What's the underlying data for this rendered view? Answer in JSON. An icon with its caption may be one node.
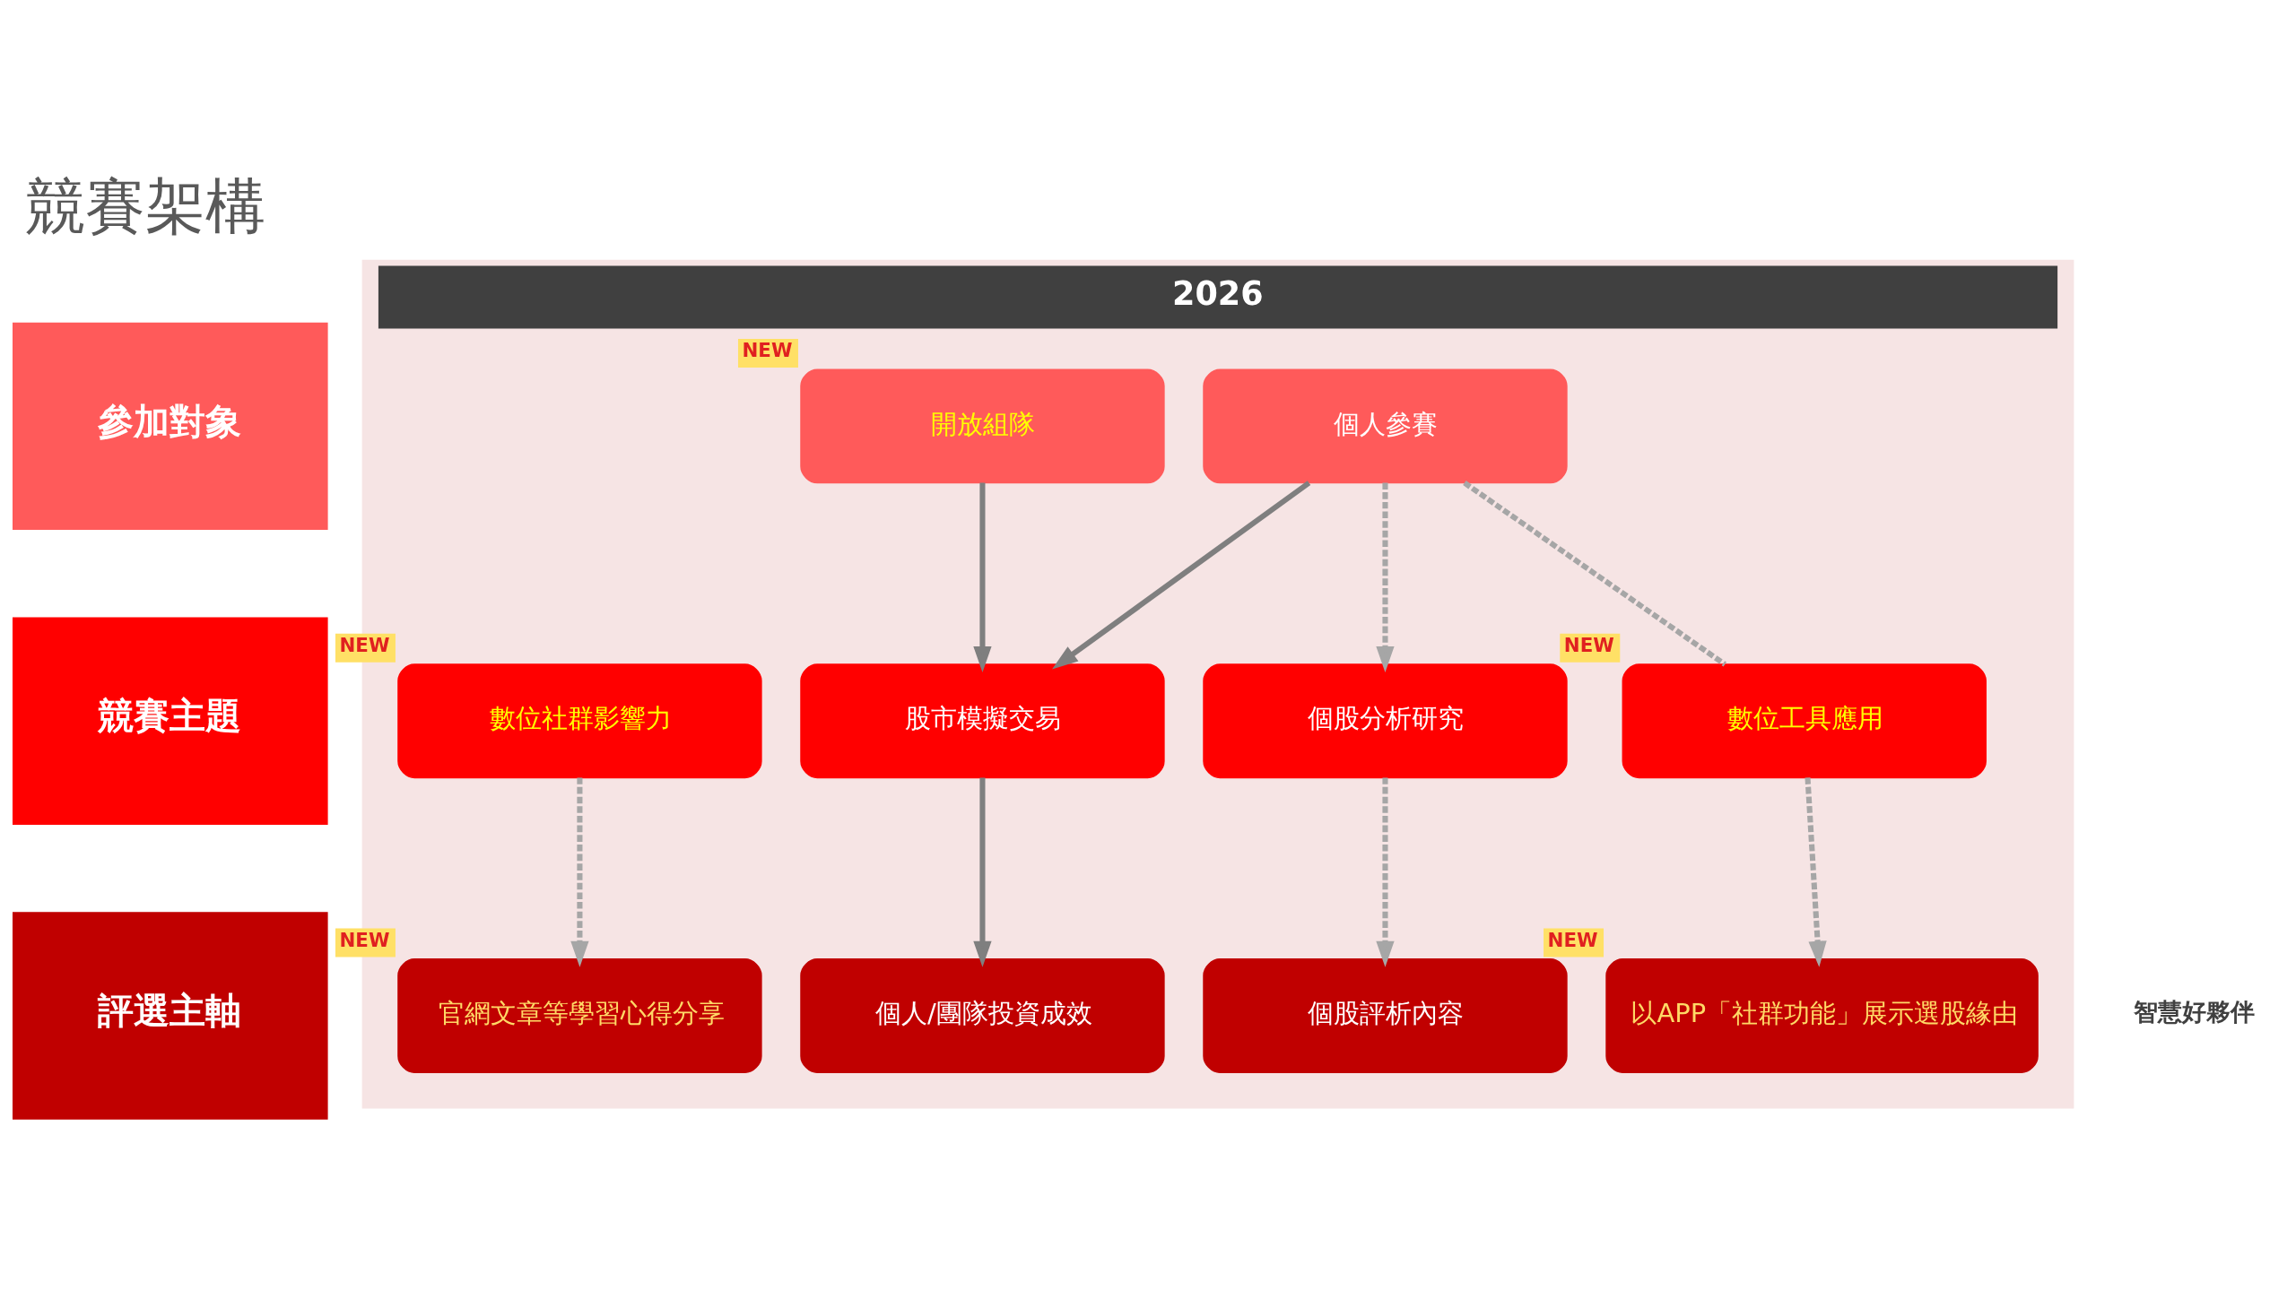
{
  "diagram": {
    "title": "競賽架構",
    "nodes": [
      {
        "text": [
          "2026"
        ]
      },
      {
        "text": [
          "參加對象"
        ]
      },
      {
        "text": [
          "個人參賽"
        ],
        "in": 0
      },
      {
        "text": [
          "開放組隊"
        ],
        "in": 0,
        "beside": [
          "NEW"
        ]
      },
      {
        "text": [
          "競賽主題"
        ]
      },
      {
        "text": [
          "股市模擬交易"
        ],
        "in": 0
      },
      {
        "text": [
          "個股分析研究"
        ],
        "in": 0
      },
      {
        "text": [
          "數位社群影響力"
        ],
        "in": 0,
        "beside": [
          "NEW"
        ]
      },
      {
        "text": [
          "數位工具應用"
        ],
        "in": 0,
        "beside": [
          "NEW"
        ]
      },
      {
        "text": [
          "評選主軸"
        ]
      },
      {
        "text": [
          "個人/團隊投資成效"
        ],
        "in": 0
      },
      {
        "text": [
          "個股評析內容"
        ],
        "in": 0
      },
      {
        "text": [
          "官網文章等學習心得分享"
        ],
        "in": 0,
        "beside": [
          "NEW"
        ]
      },
      {
        "text": [
          "以APP「社群功能」展示選股緣由"
        ],
        "in": 0,
        "beside": [
          "NEW"
        ]
      }
    ],
    "edges": [
      {
        "from": 2,
        "to": 5,
        "arrow": "to",
        "color": "#7f7f7f"
      },
      {
        "from": 3,
        "to": 5,
        "arrow": "to",
        "color": "#7f7f7f"
      },
      {
        "from": 2,
        "to": 6,
        "arrow": "to",
        "style": "dashed"
      },
      {
        "from": 2,
        "to": 8,
        "arrow": "none",
        "style": "dashed"
      },
      {
        "from": 5,
        "to": 10,
        "arrow": "to",
        "color": "#7f7f7f"
      },
      {
        "from": 6,
        "to": 11,
        "arrow": "to",
        "style": "dashed"
      },
      {
        "from": 7,
        "to": 12,
        "arrow": "to",
        "style": "dashed"
      },
      {
        "from": 8,
        "to": 13,
        "arrow": "to",
        "style": "dashed"
      }
    ],
    "labels": [
      "智慧好夥伴"
    ]
  }
}
